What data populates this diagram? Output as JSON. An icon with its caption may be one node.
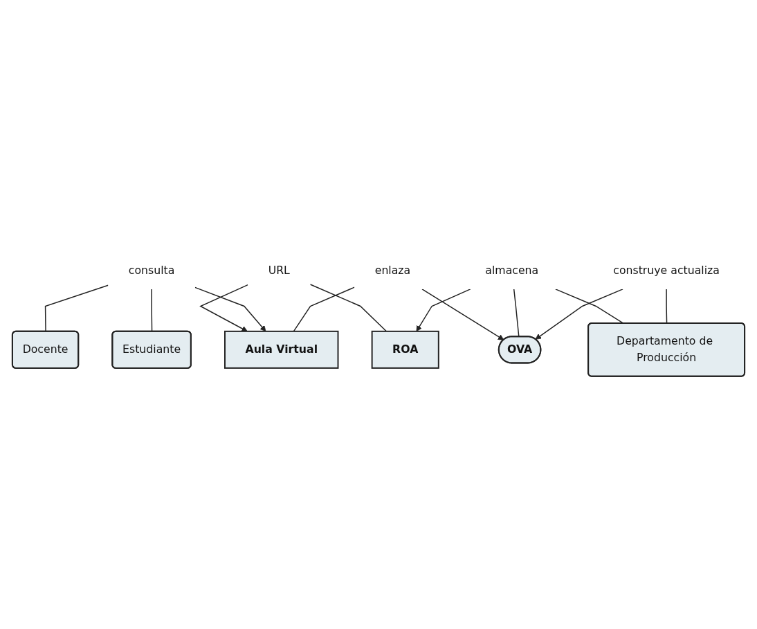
{
  "diagram": {
    "nodes": [
      {
        "text": [
          "URL"
        ]
      },
      {
        "text": [
          "Aula Virtual"
        ]
      },
      {
        "text": [
          "Estudiante"
        ]
      },
      {
        "text": [
          "ROA"
        ]
      },
      {
        "text": [
          "consulta"
        ]
      },
      {
        "text": [
          "Docente"
        ]
      },
      {
        "text": [
          "enlaza"
        ]
      },
      {
        "text": [
          "OVA"
        ]
      },
      {
        "text": [
          "almacena"
        ]
      },
      {
        "text": [
          "construye actualiza"
        ]
      },
      {
        "text": [
          "Departamento de Producción"
        ]
      }
    ],
    "edges": [
      {
        "from": 3,
        "to": 0,
        "arrow": "none"
      },
      {
        "from": 0,
        "to": 1,
        "arrow": "to"
      },
      {
        "from": 2,
        "to": 4,
        "arrow": "none"
      },
      {
        "from": 5,
        "to": 4,
        "arrow": "none"
      },
      {
        "from": 4,
        "to": 1,
        "arrow": "to"
      },
      {
        "from": 1,
        "to": 6,
        "arrow": "none"
      },
      {
        "from": 6,
        "to": 7,
        "arrow": "to"
      },
      {
        "from": 7,
        "to": 8,
        "arrow": "none"
      },
      {
        "from": 10,
        "to": 8,
        "arrow": "none"
      },
      {
        "from": 8,
        "to": 3,
        "arrow": "to"
      },
      {
        "from": 10,
        "to": 9,
        "arrow": "none"
      },
      {
        "from": 9,
        "to": 7,
        "arrow": "to"
      }
    ]
  }
}
